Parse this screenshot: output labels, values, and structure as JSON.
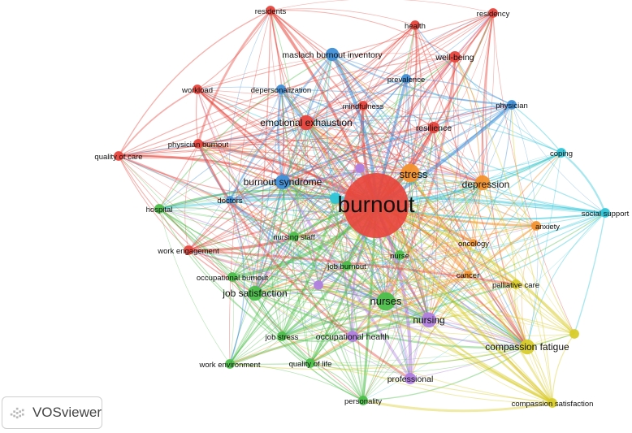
{
  "clusters": {
    "red": "#e8453c",
    "green": "#4cbf4a",
    "blue": "#3f8fd8",
    "yellow": "#d8cc2a",
    "purple": "#b07fe0",
    "cyan": "#2fc6d8",
    "orange": "#f3922e"
  },
  "nodes": [
    {
      "id": "burnout",
      "label": "burnout",
      "cluster": "red",
      "weight": 10
    },
    {
      "id": "stress",
      "label": "stress",
      "cluster": "orange",
      "weight": 4
    },
    {
      "id": "depression",
      "label": "depression",
      "cluster": "orange",
      "weight": 3
    },
    {
      "id": "anxiety",
      "label": "anxiety",
      "cluster": "orange",
      "weight": 1.5
    },
    {
      "id": "oncology",
      "label": "oncology",
      "cluster": "orange",
      "weight": 1
    },
    {
      "id": "cancer",
      "label": "cancer",
      "cluster": "orange",
      "weight": 1
    },
    {
      "id": "emotional-exhaustion",
      "label": "emotional exhaustion",
      "cluster": "red",
      "weight": 3
    },
    {
      "id": "residents",
      "label": "residents",
      "cluster": "red",
      "weight": 1.5
    },
    {
      "id": "residency",
      "label": "residency",
      "cluster": "red",
      "weight": 1.5
    },
    {
      "id": "health",
      "label": "health",
      "cluster": "red",
      "weight": 1.5
    },
    {
      "id": "well-being",
      "label": "well-being",
      "cluster": "red",
      "weight": 2
    },
    {
      "id": "workload",
      "label": "workload",
      "cluster": "red",
      "weight": 1.5
    },
    {
      "id": "quality-of-care",
      "label": "quality of care",
      "cluster": "red",
      "weight": 1.5
    },
    {
      "id": "physician-burnout",
      "label": "physician burnout",
      "cluster": "red",
      "weight": 1.5
    },
    {
      "id": "resilience",
      "label": "resilience",
      "cluster": "red",
      "weight": 2
    },
    {
      "id": "mindfulness",
      "label": "mindfulness",
      "cluster": "red",
      "weight": 1.5
    },
    {
      "id": "work-engagement",
      "label": "work engagement",
      "cluster": "red",
      "weight": 1.5
    },
    {
      "id": "maslach-burnout-inventory",
      "label": "maslach burnout inventory",
      "cluster": "blue",
      "weight": 2.5
    },
    {
      "id": "depersonalization",
      "label": "depersonalization",
      "cluster": "blue",
      "weight": 1.5
    },
    {
      "id": "prevalence",
      "label": "prevalence",
      "cluster": "blue",
      "weight": 1.5
    },
    {
      "id": "physician",
      "label": "physician",
      "cluster": "blue",
      "weight": 1.5
    },
    {
      "id": "burnout-syndrome",
      "label": "burnout syndrome",
      "cluster": "blue",
      "weight": 3
    },
    {
      "id": "doctors",
      "label": "doctors",
      "cluster": "blue",
      "weight": 1
    },
    {
      "id": "coping",
      "label": "coping",
      "cluster": "cyan",
      "weight": 1.5
    },
    {
      "id": "social-support",
      "label": "social support",
      "cluster": "cyan",
      "weight": 1.5
    },
    {
      "id": "cyan-hub",
      "label": "",
      "cluster": "cyan",
      "weight": 2
    },
    {
      "id": "hospital",
      "label": "hospital",
      "cluster": "green",
      "weight": 1.5
    },
    {
      "id": "nursing-staff",
      "label": "nursing staff",
      "cluster": "green",
      "weight": 1.5
    },
    {
      "id": "occupational-burnout",
      "label": "occupational burnout",
      "cluster": "green",
      "weight": 1.5
    },
    {
      "id": "job-satisfaction",
      "label": "job satisfaction",
      "cluster": "green",
      "weight": 3
    },
    {
      "id": "job-burnout",
      "label": "job burnout",
      "cluster": "green",
      "weight": 1.5
    },
    {
      "id": "nurse",
      "label": "nurse",
      "cluster": "green",
      "weight": 1.5
    },
    {
      "id": "nurses",
      "label": "nurses",
      "cluster": "green",
      "weight": 4
    },
    {
      "id": "job-stress",
      "label": "job stress",
      "cluster": "green",
      "weight": 1.5
    },
    {
      "id": "work-environment",
      "label": "work environment",
      "cluster": "green",
      "weight": 1.5
    },
    {
      "id": "quality-of-life",
      "label": "quality of life",
      "cluster": "green",
      "weight": 1.5
    },
    {
      "id": "personality",
      "label": "personality",
      "cluster": "green",
      "weight": 1.5
    },
    {
      "id": "nursing",
      "label": "nursing",
      "cluster": "purple",
      "weight": 3
    },
    {
      "id": "occupational-health",
      "label": "occupational health",
      "cluster": "purple",
      "weight": 2
    },
    {
      "id": "professional",
      "label": "professional",
      "cluster": "purple",
      "weight": 2
    },
    {
      "id": "purple-hub",
      "label": "",
      "cluster": "purple",
      "weight": 1.5
    },
    {
      "id": "purple-hub-2",
      "label": "",
      "cluster": "purple",
      "weight": 1.5
    },
    {
      "id": "compassion-fatigue",
      "label": "compassion fatigue",
      "cluster": "yellow",
      "weight": 3
    },
    {
      "id": "compassion-satisfaction",
      "label": "compassion satisfaction",
      "cluster": "yellow",
      "weight": 1.5
    },
    {
      "id": "palliative-care",
      "label": "palliative care",
      "cluster": "yellow",
      "weight": 1.5
    },
    {
      "id": "yellow-hub",
      "label": "",
      "cluster": "yellow",
      "weight": 1.5
    }
  ],
  "logo": {
    "text": "VOSviewer"
  }
}
